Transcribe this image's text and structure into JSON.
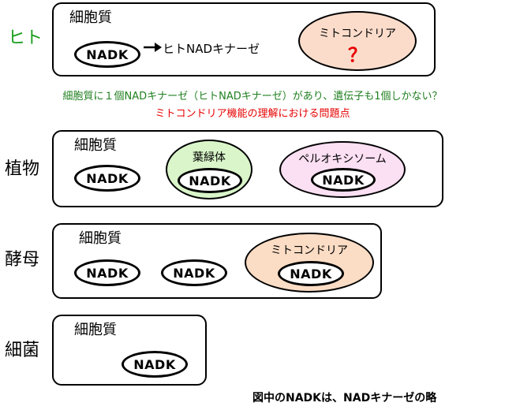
{
  "colors": {
    "human_label": "#1a9e1a",
    "note_green": "#1f7f1f",
    "note_red": "#e60000",
    "question": "#e60000",
    "mito_human": "#fbdccb",
    "chloroplast": "#d9f5c9",
    "peroxisome": "#fbdff3",
    "mito_yeast": "#fbdcc4"
  },
  "rows": {
    "human": {
      "label": "ヒト",
      "cytoplasm": "細胞質",
      "enzyme": "NADK",
      "arrow_text": "ヒトNADキナーゼ",
      "mitochondria": "ミトコンドリア",
      "unknown": "？"
    },
    "plant": {
      "label": "植物",
      "cytoplasm": "細胞質",
      "enzyme": "NADK",
      "chloroplast": "葉緑体",
      "chloroplast_enzyme": "NADK",
      "peroxisome": "ペルオキシソーム",
      "peroxisome_enzyme": "NADK"
    },
    "yeast": {
      "label": "酵母",
      "cytoplasm": "細胞質",
      "enzyme_1": "NADK",
      "enzyme_2": "NADK",
      "mitochondria": "ミトコンドリア",
      "mitochondria_enzyme": "NADK"
    },
    "bacteria": {
      "label": "細菌",
      "cytoplasm": "細胞質",
      "enzyme": "NADK"
    }
  },
  "notes": {
    "line1": "細胞質に１個NADキナーゼ（ヒトNADキナーゼ）があり、遺伝子も1個しかない？",
    "line2": "ミトコンドリア機能の理解における問題点"
  },
  "footnote": "図中のNADKは、NADキナーゼの略"
}
